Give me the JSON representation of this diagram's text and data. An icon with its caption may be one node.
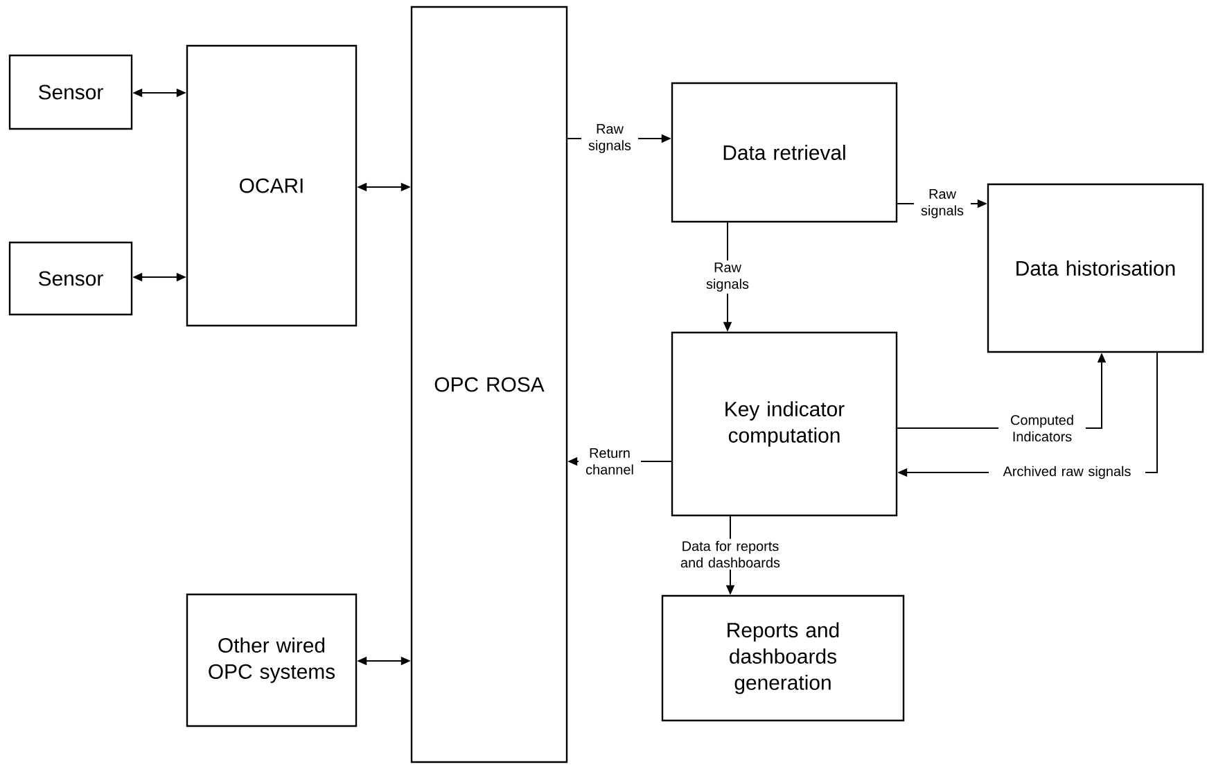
{
  "diagram": {
    "nodes": [
      {
        "text": [
          "Sensor"
        ]
      },
      {
        "text": [
          "Sensor"
        ]
      },
      {
        "text": [
          "OCARI"
        ]
      },
      {
        "text": [
          "OPC ROSA"
        ]
      },
      {
        "text": [
          "Data retrieval"
        ]
      },
      {
        "text": [
          "Data historisation"
        ]
      },
      {
        "text": [
          "Key indicator computation"
        ]
      },
      {
        "text": [
          "Other wired OPC systems"
        ]
      },
      {
        "text": [
          "Reports and dashboards generation"
        ]
      }
    ],
    "edges": [
      {
        "from": 0,
        "to": 2,
        "arrow": "both"
      },
      {
        "from": 1,
        "to": 2,
        "arrow": "both"
      },
      {
        "from": 2,
        "to": 3,
        "arrow": "both"
      },
      {
        "from": 7,
        "to": 3,
        "arrow": "both"
      },
      {
        "from": 3,
        "to": 4,
        "arrow": "to",
        "label": "Raw signals"
      },
      {
        "from": 4,
        "to": 5,
        "arrow": "to",
        "label": "Raw signals"
      },
      {
        "from": 4,
        "to": 6,
        "arrow": "to",
        "label": "Raw signals"
      },
      {
        "from": 6,
        "to": 5,
        "arrow": "to",
        "label": "Computed Indicators"
      },
      {
        "from": 5,
        "to": 6,
        "arrow": "to",
        "label": "Archived raw signals"
      },
      {
        "from": 6,
        "to": 3,
        "arrow": "to",
        "label": "Return channel"
      },
      {
        "from": 6,
        "to": 8,
        "arrow": "to",
        "label": "Data for reports and dashboards"
      }
    ]
  }
}
